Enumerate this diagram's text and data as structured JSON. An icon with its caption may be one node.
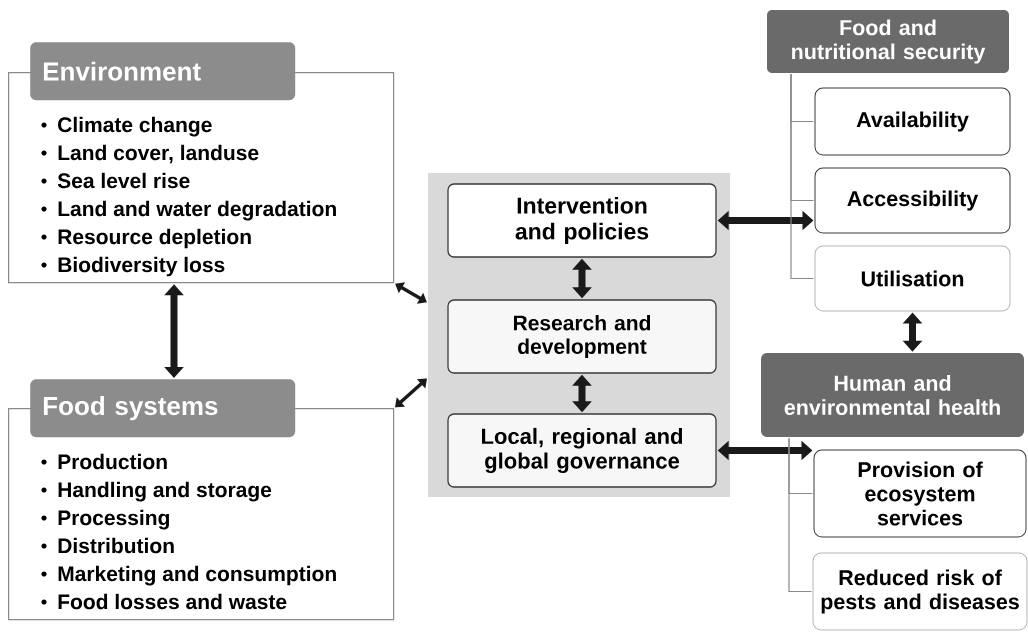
{
  "diagram": {
    "nodes": [
      {
        "text": [
          "Environment",
          "Climate change",
          "Land cover, landuse",
          "Sea level rise",
          "Land and water degradation",
          "Resource depletion",
          "Biodiversity loss"
        ]
      },
      {
        "text": [
          "Food systems",
          "Production",
          "Handling and storage",
          "Processing",
          "Distribution",
          "Marketing and consumption",
          "Food losses and waste"
        ]
      },
      {
        "text": [],
        "shape": "box"
      },
      {
        "text": [
          "Intervention and policies"
        ],
        "in": 2
      },
      {
        "text": [
          "Research and development"
        ],
        "in": 2
      },
      {
        "text": [
          "Local, regional and global governance"
        ],
        "in": 2
      },
      {
        "text": [
          "Food and nutritional security"
        ]
      },
      {
        "text": [
          "Availability"
        ]
      },
      {
        "text": [
          "Accessibility"
        ]
      },
      {
        "text": [
          "Utilisation"
        ]
      },
      {
        "text": [
          "Human and environmental health"
        ]
      },
      {
        "text": [
          "Provision of ecosystem services"
        ]
      },
      {
        "text": [
          "Reduced risk of pests and diseases"
        ]
      }
    ],
    "edges": [
      {
        "from": 0,
        "to": 1,
        "arrow": "both",
        "style": "thick"
      },
      {
        "from": 0,
        "to": 2,
        "arrow": "both"
      },
      {
        "from": 1,
        "to": 2,
        "arrow": "both"
      },
      {
        "from": 3,
        "to": 4,
        "arrow": "both",
        "style": "thick"
      },
      {
        "from": 4,
        "to": 5,
        "arrow": "both",
        "style": "thick"
      },
      {
        "from": 3,
        "to": 8,
        "arrow": "both",
        "style": "thick"
      },
      {
        "from": 5,
        "to": 11,
        "arrow": "both",
        "style": "thick"
      },
      {
        "from": 9,
        "to": 10,
        "arrow": "both",
        "style": "thick"
      },
      {
        "from": 6,
        "to": 7,
        "arrow": "none",
        "color": "#8a8a8a"
      },
      {
        "from": 6,
        "to": 8,
        "arrow": "none",
        "color": "#8a8a8a"
      },
      {
        "from": 6,
        "to": 9,
        "arrow": "none",
        "color": "#8a8a8a"
      },
      {
        "from": 10,
        "to": 11,
        "arrow": "none",
        "color": "#8a8a8a"
      },
      {
        "from": 10,
        "to": 12,
        "arrow": "none",
        "color": "#8a8a8a"
      }
    ]
  }
}
